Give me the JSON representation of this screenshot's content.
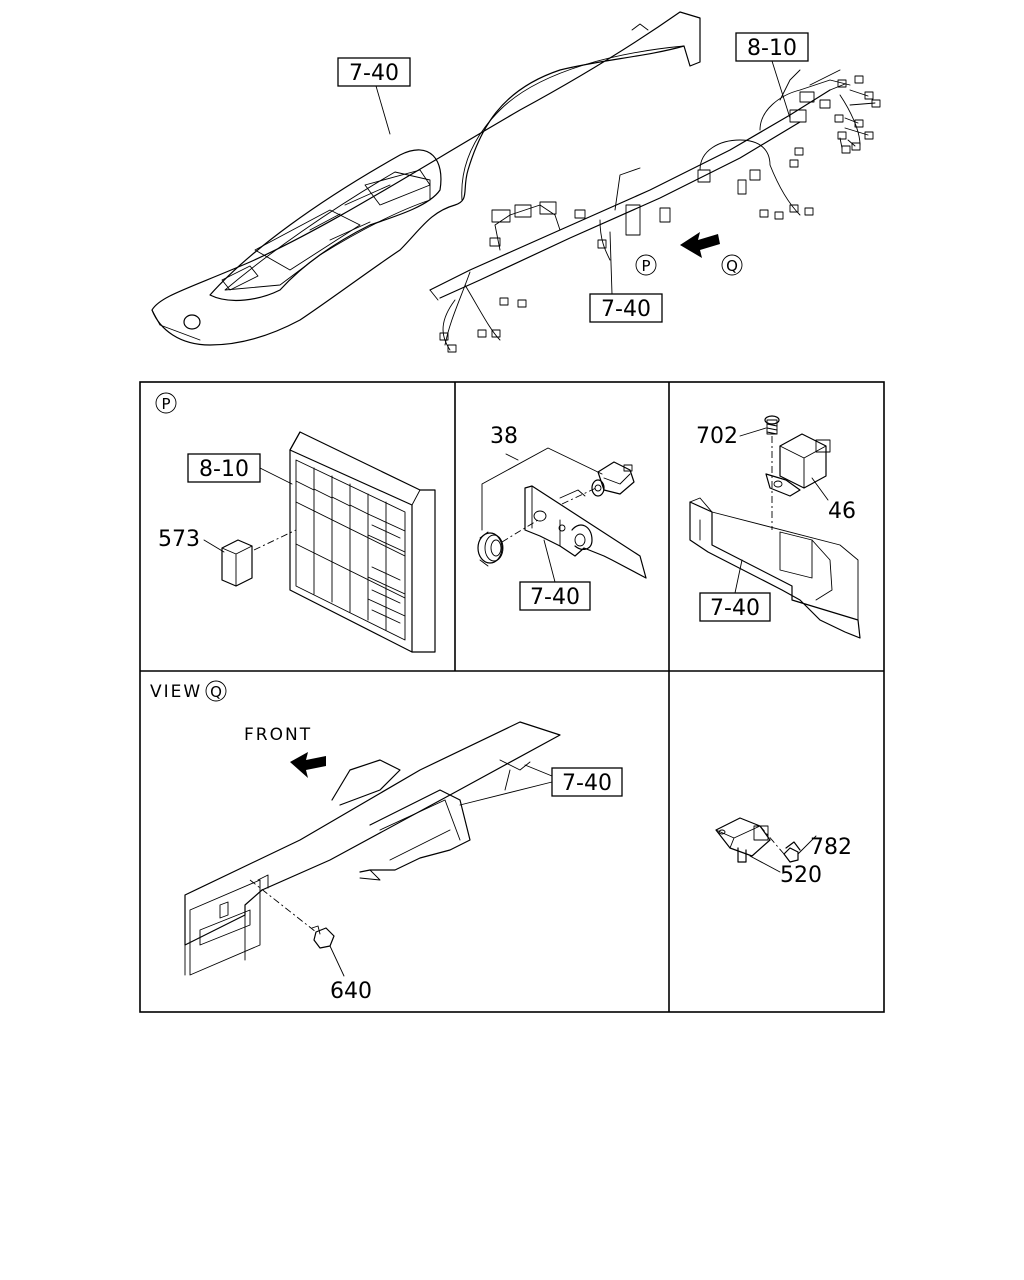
{
  "callouts": {
    "dash_740_top": "7-40",
    "harness_810_top": "8-10",
    "harness_740_bottom": "7-40",
    "view_p_marker": "P",
    "view_q_marker": "Q",
    "p_panel_marker": "P",
    "fusebox_810": "8-10",
    "part_573": "573",
    "part_38": "38",
    "bracket_740_mid": "7-40",
    "part_702": "702",
    "part_46": "46",
    "bracket_740_right": "7-40",
    "view_label": "VIEW",
    "view_q_circle": "Q",
    "front_label": "FRONT",
    "view_740": "7-40",
    "part_640": "640",
    "part_782": "782",
    "part_520": "520"
  }
}
